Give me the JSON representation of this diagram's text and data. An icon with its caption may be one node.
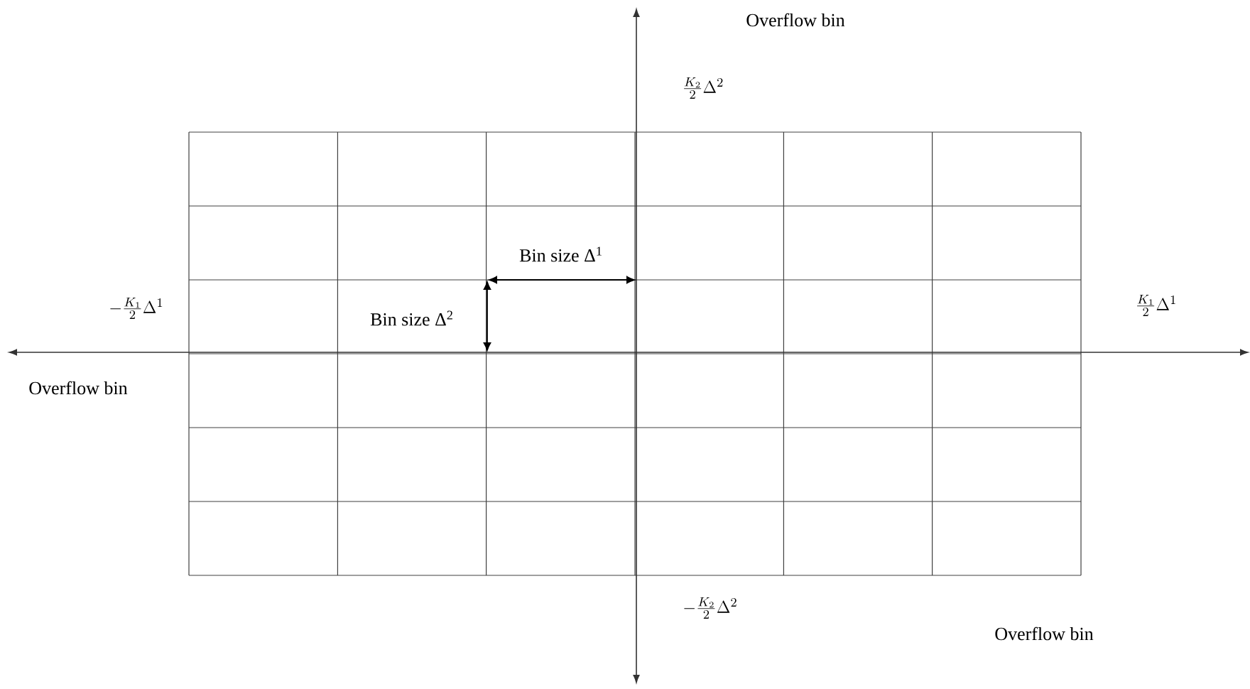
{
  "diagram": {
    "labels": [
      "Overflow bin",
      "\\frac{K_2}{2}\\Delta^2",
      "Bin size Δ$^{1}$",
      "-\\frac{K_1}{2}\\Delta^1",
      "\\frac{K_1}{2}\\Delta^1",
      "Bin size Δ$^{2}$",
      "Overflow bin",
      "-\\frac{K_2}{2}\\Delta^2",
      "Overflow bin"
    ]
  }
}
